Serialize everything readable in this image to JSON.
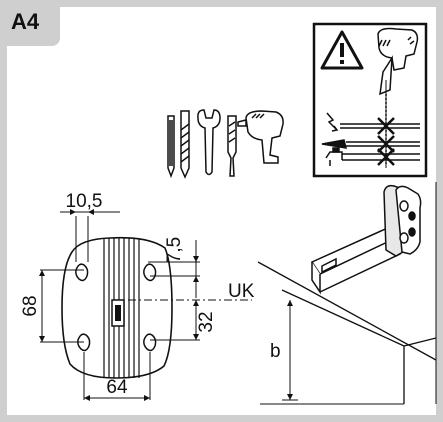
{
  "step": {
    "label": "A4"
  },
  "dimensions": {
    "hole_width": "10,5",
    "hole_offset": "7,5",
    "height": "68",
    "width": "64",
    "center_offset": "32",
    "region": "UK"
  },
  "install": {
    "wall_height_label": "b"
  },
  "icons": {
    "tools": [
      "pencil-icon",
      "drill-bit-icon",
      "wrench-icon",
      "screwdriver-bit-icon",
      "power-drill-icon"
    ],
    "warning": [
      "warning-triangle-icon",
      "power-drill-icon",
      "electric-cable-icon",
      "gas-pipe-icon",
      "water-pipe-icon"
    ]
  },
  "colors": {
    "frame": "#cfcfcf",
    "ink": "#111111",
    "plate": "#ffffff",
    "fixture": "#e8e8e8"
  }
}
